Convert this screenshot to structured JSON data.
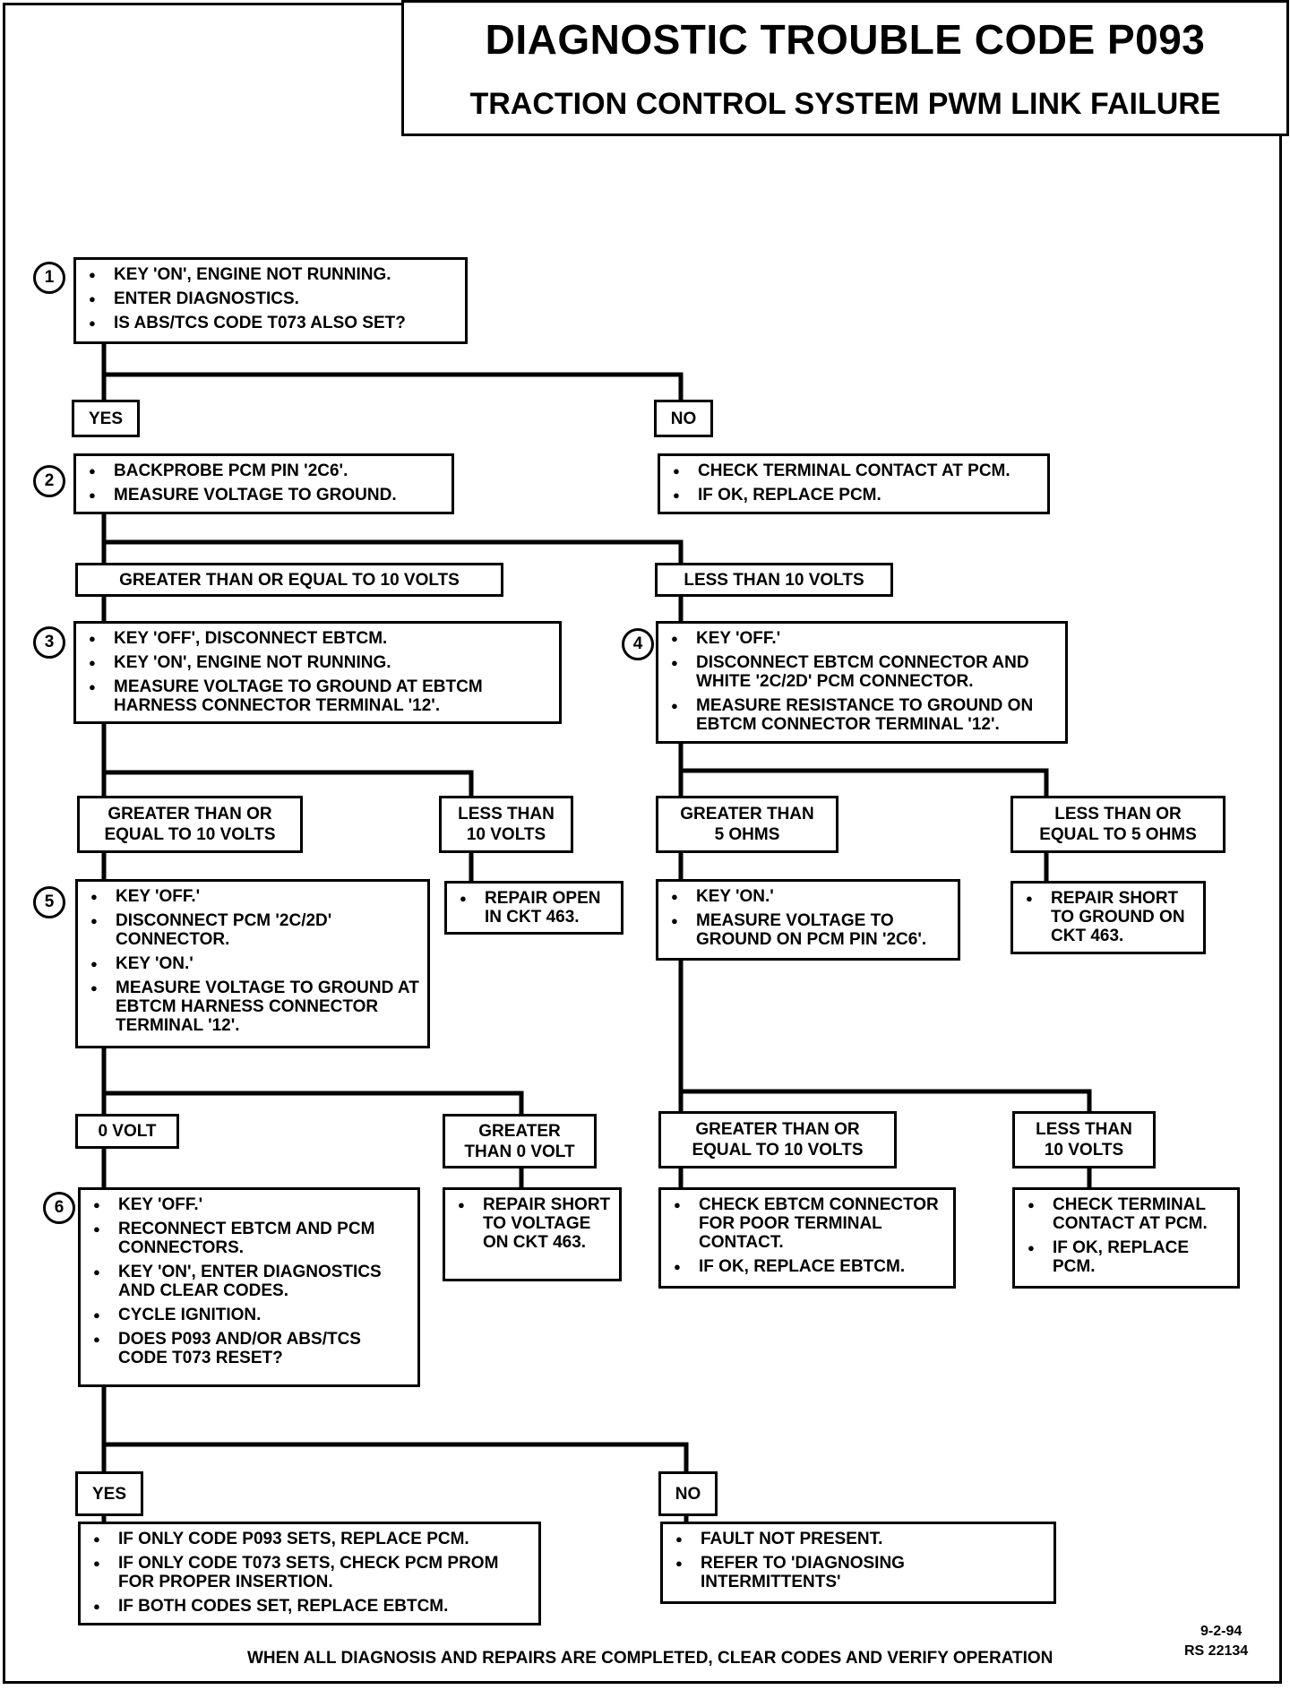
{
  "title": {
    "code": "DIAGNOSTIC TROUBLE CODE P093",
    "name": "TRACTION CONTROL SYSTEM PWM LINK FAILURE"
  },
  "steps": {
    "s1": "1",
    "s2": "2",
    "s3": "3",
    "s4": "4",
    "s5": "5",
    "s6": "6"
  },
  "boxes": {
    "step1": [
      "KEY 'ON', ENGINE NOT RUNNING.",
      "ENTER DIAGNOSTICS.",
      "IS ABS/TCS CODE T073 ALSO SET?"
    ],
    "step2": [
      "BACKPROBE PCM PIN '2C6'.",
      "MEASURE VOLTAGE TO GROUND."
    ],
    "no1": [
      "CHECK TERMINAL CONTACT AT PCM.",
      "IF OK, REPLACE PCM."
    ],
    "step3": [
      "KEY 'OFF', DISCONNECT EBTCM.",
      "KEY 'ON', ENGINE NOT RUNNING.",
      "MEASURE VOLTAGE TO GROUND AT EBTCM HARNESS CONNECTOR TERMINAL '12'."
    ],
    "step4": [
      "KEY 'OFF.'",
      "DISCONNECT EBTCM CONNECTOR AND WHITE '2C/2D' PCM CONNECTOR.",
      "MEASURE RESISTANCE TO GROUND ON EBTCM CONNECTOR TERMINAL '12'."
    ],
    "step5": [
      "KEY 'OFF.'",
      "DISCONNECT PCM '2C/2D' CONNECTOR.",
      "KEY 'ON.'",
      "MEASURE VOLTAGE TO GROUND AT EBTCM HARNESS CONNECTOR TERMINAL '12'."
    ],
    "repair_open": [
      "REPAIR OPEN IN CKT 463."
    ],
    "step4b": [
      "KEY 'ON.'",
      "MEASURE VOLTAGE TO GROUND ON PCM PIN '2C6'."
    ],
    "repair_short_ground": [
      "REPAIR SHORT TO GROUND ON CKT 463."
    ],
    "step6": [
      "KEY 'OFF.'",
      "RECONNECT EBTCM AND PCM CONNECTORS.",
      "KEY 'ON', ENTER DIAGNOSTICS AND CLEAR CODES.",
      "CYCLE IGNITION.",
      "DOES P093 AND/OR ABS/TCS CODE T073 RESET?"
    ],
    "repair_short_voltage": [
      "REPAIR SHORT TO VOLTAGE ON CKT 463."
    ],
    "check_ebtcm": [
      "CHECK EBTCM CONNECTOR FOR POOR TERMINAL CONTACT.",
      "IF OK, REPLACE EBTCM."
    ],
    "check_pcm": [
      "CHECK TERMINAL CONTACT AT PCM.",
      "IF OK, REPLACE PCM."
    ],
    "yes_final": [
      "IF ONLY CODE P093 SETS, REPLACE PCM.",
      "IF ONLY CODE T073 SETS, CHECK PCM PROM FOR PROPER INSERTION.",
      "IF BOTH CODES SET, REPLACE EBTCM."
    ],
    "no_final": [
      "FAULT NOT PRESENT.",
      "REFER TO 'DIAGNOSING INTERMITTENTS'"
    ]
  },
  "labels": {
    "yes1": "YES",
    "no1": "NO",
    "ge10_a": "GREATER THAN OR EQUAL TO 10 VOLTS",
    "lt10_a": "LESS THAN 10 VOLTS",
    "ge10_b": "GREATER THAN OR\nEQUAL TO 10 VOLTS",
    "lt10_b": "LESS THAN\n10 VOLTS",
    "gt5": "GREATER THAN\n5 OHMS",
    "le5": "LESS THAN OR\nEQUAL TO 5 OHMS",
    "zero": "0 VOLT",
    "gt0": "GREATER\nTHAN 0 VOLT",
    "ge10_c": "GREATER THAN OR\nEQUAL TO 10 VOLTS",
    "lt10_c": "LESS THAN\n10 VOLTS",
    "yes2": "YES",
    "no2": "NO"
  },
  "footer": {
    "note": "WHEN ALL DIAGNOSIS AND REPAIRS ARE COMPLETED, CLEAR CODES AND VERIFY OPERATION",
    "date": "9-2-94",
    "ref": "RS 22134"
  }
}
